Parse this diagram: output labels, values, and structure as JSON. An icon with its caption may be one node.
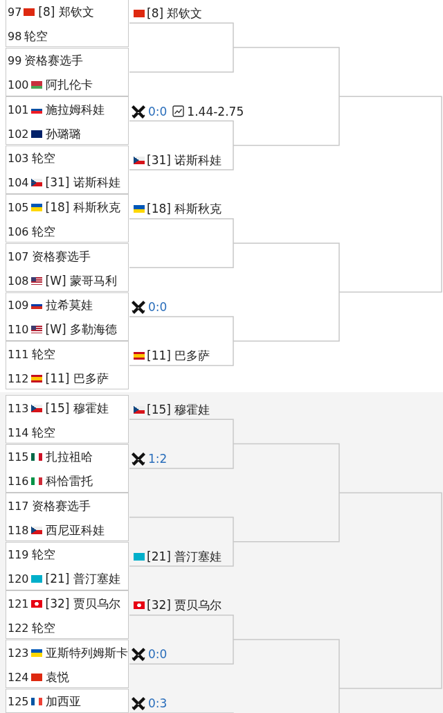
{
  "diagram": {
    "nodes": [
      {
        "text": [],
        "shape": "box"
      },
      {
        "text": [
          "97",
          "[8] 郑钦文"
        ],
        "in": 0
      },
      {
        "text": [
          "98",
          "轮空"
        ],
        "in": 0
      },
      {
        "text": [],
        "shape": "box"
      },
      {
        "text": [
          "99",
          "资格赛选手"
        ],
        "in": 3
      },
      {
        "text": [
          "100",
          "阿扎伦卡"
        ],
        "in": 3
      },
      {
        "text": [],
        "shape": "box"
      },
      {
        "text": [
          "101",
          "施拉姆科娃"
        ],
        "in": 6
      },
      {
        "text": [
          "102",
          "孙璐璐"
        ],
        "in": 6
      },
      {
        "text": [],
        "shape": "box"
      },
      {
        "text": [
          "103",
          "轮空"
        ],
        "in": 9
      },
      {
        "text": [
          "104",
          "[31] 诺斯科娃"
        ],
        "in": 9
      },
      {
        "text": [],
        "shape": "box"
      },
      {
        "text": [
          "105",
          "[18] 科斯秋克"
        ],
        "in": 12
      },
      {
        "text": [
          "106",
          "轮空"
        ],
        "in": 12
      },
      {
        "text": [],
        "shape": "box"
      },
      {
        "text": [
          "107",
          "资格赛选手"
        ],
        "in": 15
      },
      {
        "text": [
          "108",
          "[W] 蒙哥马利"
        ],
        "in": 15
      },
      {
        "text": [],
        "shape": "box"
      },
      {
        "text": [
          "109",
          "拉希莫娃"
        ],
        "in": 18
      },
      {
        "text": [
          "110",
          "[W] 多勒海德"
        ],
        "in": 18
      },
      {
        "text": [],
        "shape": "box"
      },
      {
        "text": [
          "111",
          "轮空"
        ],
        "in": 21
      },
      {
        "text": [
          "112",
          "[11] 巴多萨"
        ],
        "in": 21
      },
      {
        "text": [],
        "shape": "box"
      },
      {
        "text": [
          "113",
          "[15] 穆霍娃"
        ],
        "in": 24
      },
      {
        "text": [
          "114",
          "轮空"
        ],
        "in": 24
      },
      {
        "text": [],
        "shape": "box"
      },
      {
        "text": [
          "115",
          "扎拉祖哈"
        ],
        "in": 27
      },
      {
        "text": [
          "116",
          "科恰雷托"
        ],
        "in": 27
      },
      {
        "text": [],
        "shape": "box"
      },
      {
        "text": [
          "117",
          "资格赛选手"
        ],
        "in": 30
      },
      {
        "text": [
          "118",
          "西尼亚科娃"
        ],
        "in": 30
      },
      {
        "text": [],
        "shape": "box"
      },
      {
        "text": [
          "119",
          "轮空"
        ],
        "in": 33
      },
      {
        "text": [
          "120",
          "[21] 普汀塞娃"
        ],
        "in": 33
      },
      {
        "text": [],
        "shape": "box"
      },
      {
        "text": [
          "121",
          "[32] 贾贝乌尔"
        ],
        "in": 36
      },
      {
        "text": [
          "122",
          "轮空"
        ],
        "in": 36
      },
      {
        "text": [],
        "shape": "box"
      },
      {
        "text": [
          "123",
          "亚斯特列姆斯卡"
        ],
        "in": 39
      },
      {
        "text": [
          "124",
          "袁悦"
        ],
        "in": 39
      },
      {
        "text": [],
        "shape": "box"
      },
      {
        "text": [
          "125",
          "加西亚"
        ],
        "in": 42
      }
    ],
    "labels": [
      "[8] 郑钦文",
      "0:0",
      "1.44-2.75",
      "[31] 诺斯科娃",
      "[18] 科斯秋克",
      "0:0",
      "[11] 巴多萨",
      "[15] 穆霍娃",
      "1:2",
      "[21] 普汀塞娃",
      "[32] 贾贝乌尔",
      "0:0",
      "0:3"
    ]
  }
}
